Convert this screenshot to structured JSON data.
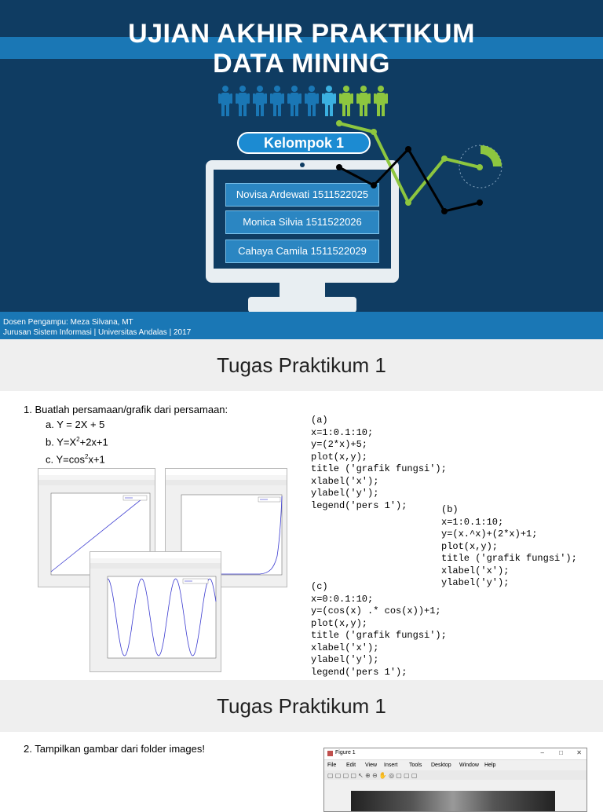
{
  "slide1": {
    "title_line1": "UJIAN AKHIR PRAKTIKUM",
    "title_line2": "DATA MINING",
    "group_label": "Kelompok 1",
    "members": [
      "Novisa Ardewati 1511522025",
      "Monica Silvia 1511522026",
      "Cahaya Camila 1511522029"
    ],
    "footer_line1": "Dosen Pengampu: Meza Silvana, MT",
    "footer_line2": "Jurusan Sistem Informasi | Universitas Andalas | 2017",
    "colors": {
      "background": "#0f3c62",
      "band": "#1a77b5",
      "accent_green": "#8dc63f",
      "accent_blue": "#3bb0e0"
    }
  },
  "slide2": {
    "heading": "Tugas Praktikum 1",
    "question_main": "1.   Buatlah persamaan/grafik dari persamaan:",
    "q_a": "a. Y = 2X + 5",
    "q_b_pre": "b. Y=X",
    "q_b_sup": "2",
    "q_b_post": "+2x+1",
    "q_c_pre": "c. Y=cos",
    "q_c_sup": "2",
    "q_c_post": "x+1",
    "code_a": "(a)\nx=1:0.1:10;\ny=(2*x)+5;\nplot(x,y);\ntitle ('grafik fungsi');\nxlabel('x');\nylabel('y');\nlegend('pers 1');",
    "code_b": "(b)\nx=1:0.1:10;\ny=(x.^x)+(2*x)+1;\nplot(x,y);\ntitle ('grafik fungsi');\nxlabel('x');\nylabel('y');",
    "code_c": "(c)\nx=0:0.1:10;\ny=(cos(x) .* cos(x))+1;\nplot(x,y);\ntitle ('grafik fungsi');\nxlabel('x');\nylabel('y');\nlegend('pers 1');"
  },
  "slide3": {
    "heading": "Tugas Praktikum 1",
    "question": "2. Tampilkan gambar dari folder images!",
    "figure_title": "Figure 1",
    "menu_items": [
      "File",
      "Edit",
      "View",
      "Insert",
      "Tools",
      "Desktop",
      "Window",
      "Help"
    ]
  }
}
